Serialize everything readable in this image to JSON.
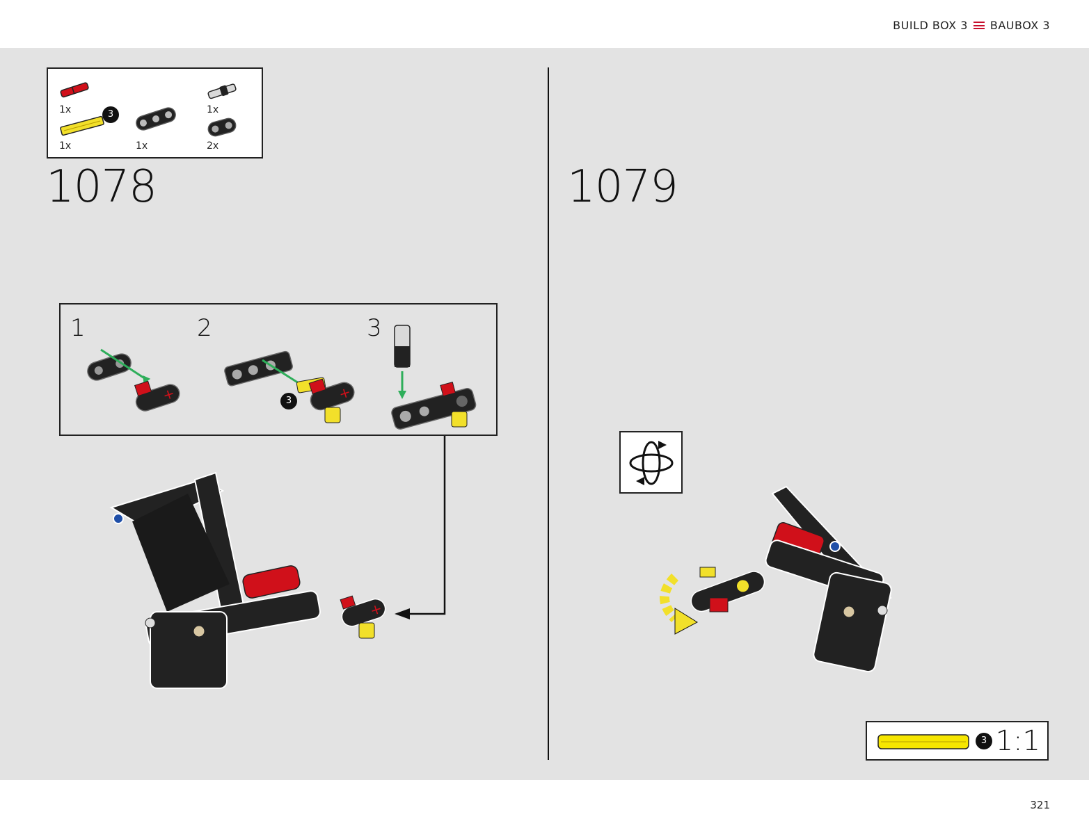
{
  "header": {
    "title_left": "BUILD BOX 3",
    "title_right": "BAUBOX 3"
  },
  "parts_list": [
    {
      "qty": "1x",
      "color": "#d0101a"
    },
    {
      "qty": "1x",
      "color": "#f2e02a"
    },
    {
      "qty": "1x",
      "color": "#222222"
    },
    {
      "qty": "1x",
      "color": "#bfbfbf"
    },
    {
      "qty": "2x",
      "color": "#222222"
    }
  ],
  "parts_badge": "3",
  "steps": [
    {
      "number": "1078"
    },
    {
      "number": "1079"
    }
  ],
  "sub_steps": [
    {
      "number": "1"
    },
    {
      "number": "2",
      "badge": "3"
    },
    {
      "number": "3"
    }
  ],
  "scale": {
    "badge": "3",
    "ratio": "1:1"
  },
  "footer": {
    "page_number": "321"
  }
}
